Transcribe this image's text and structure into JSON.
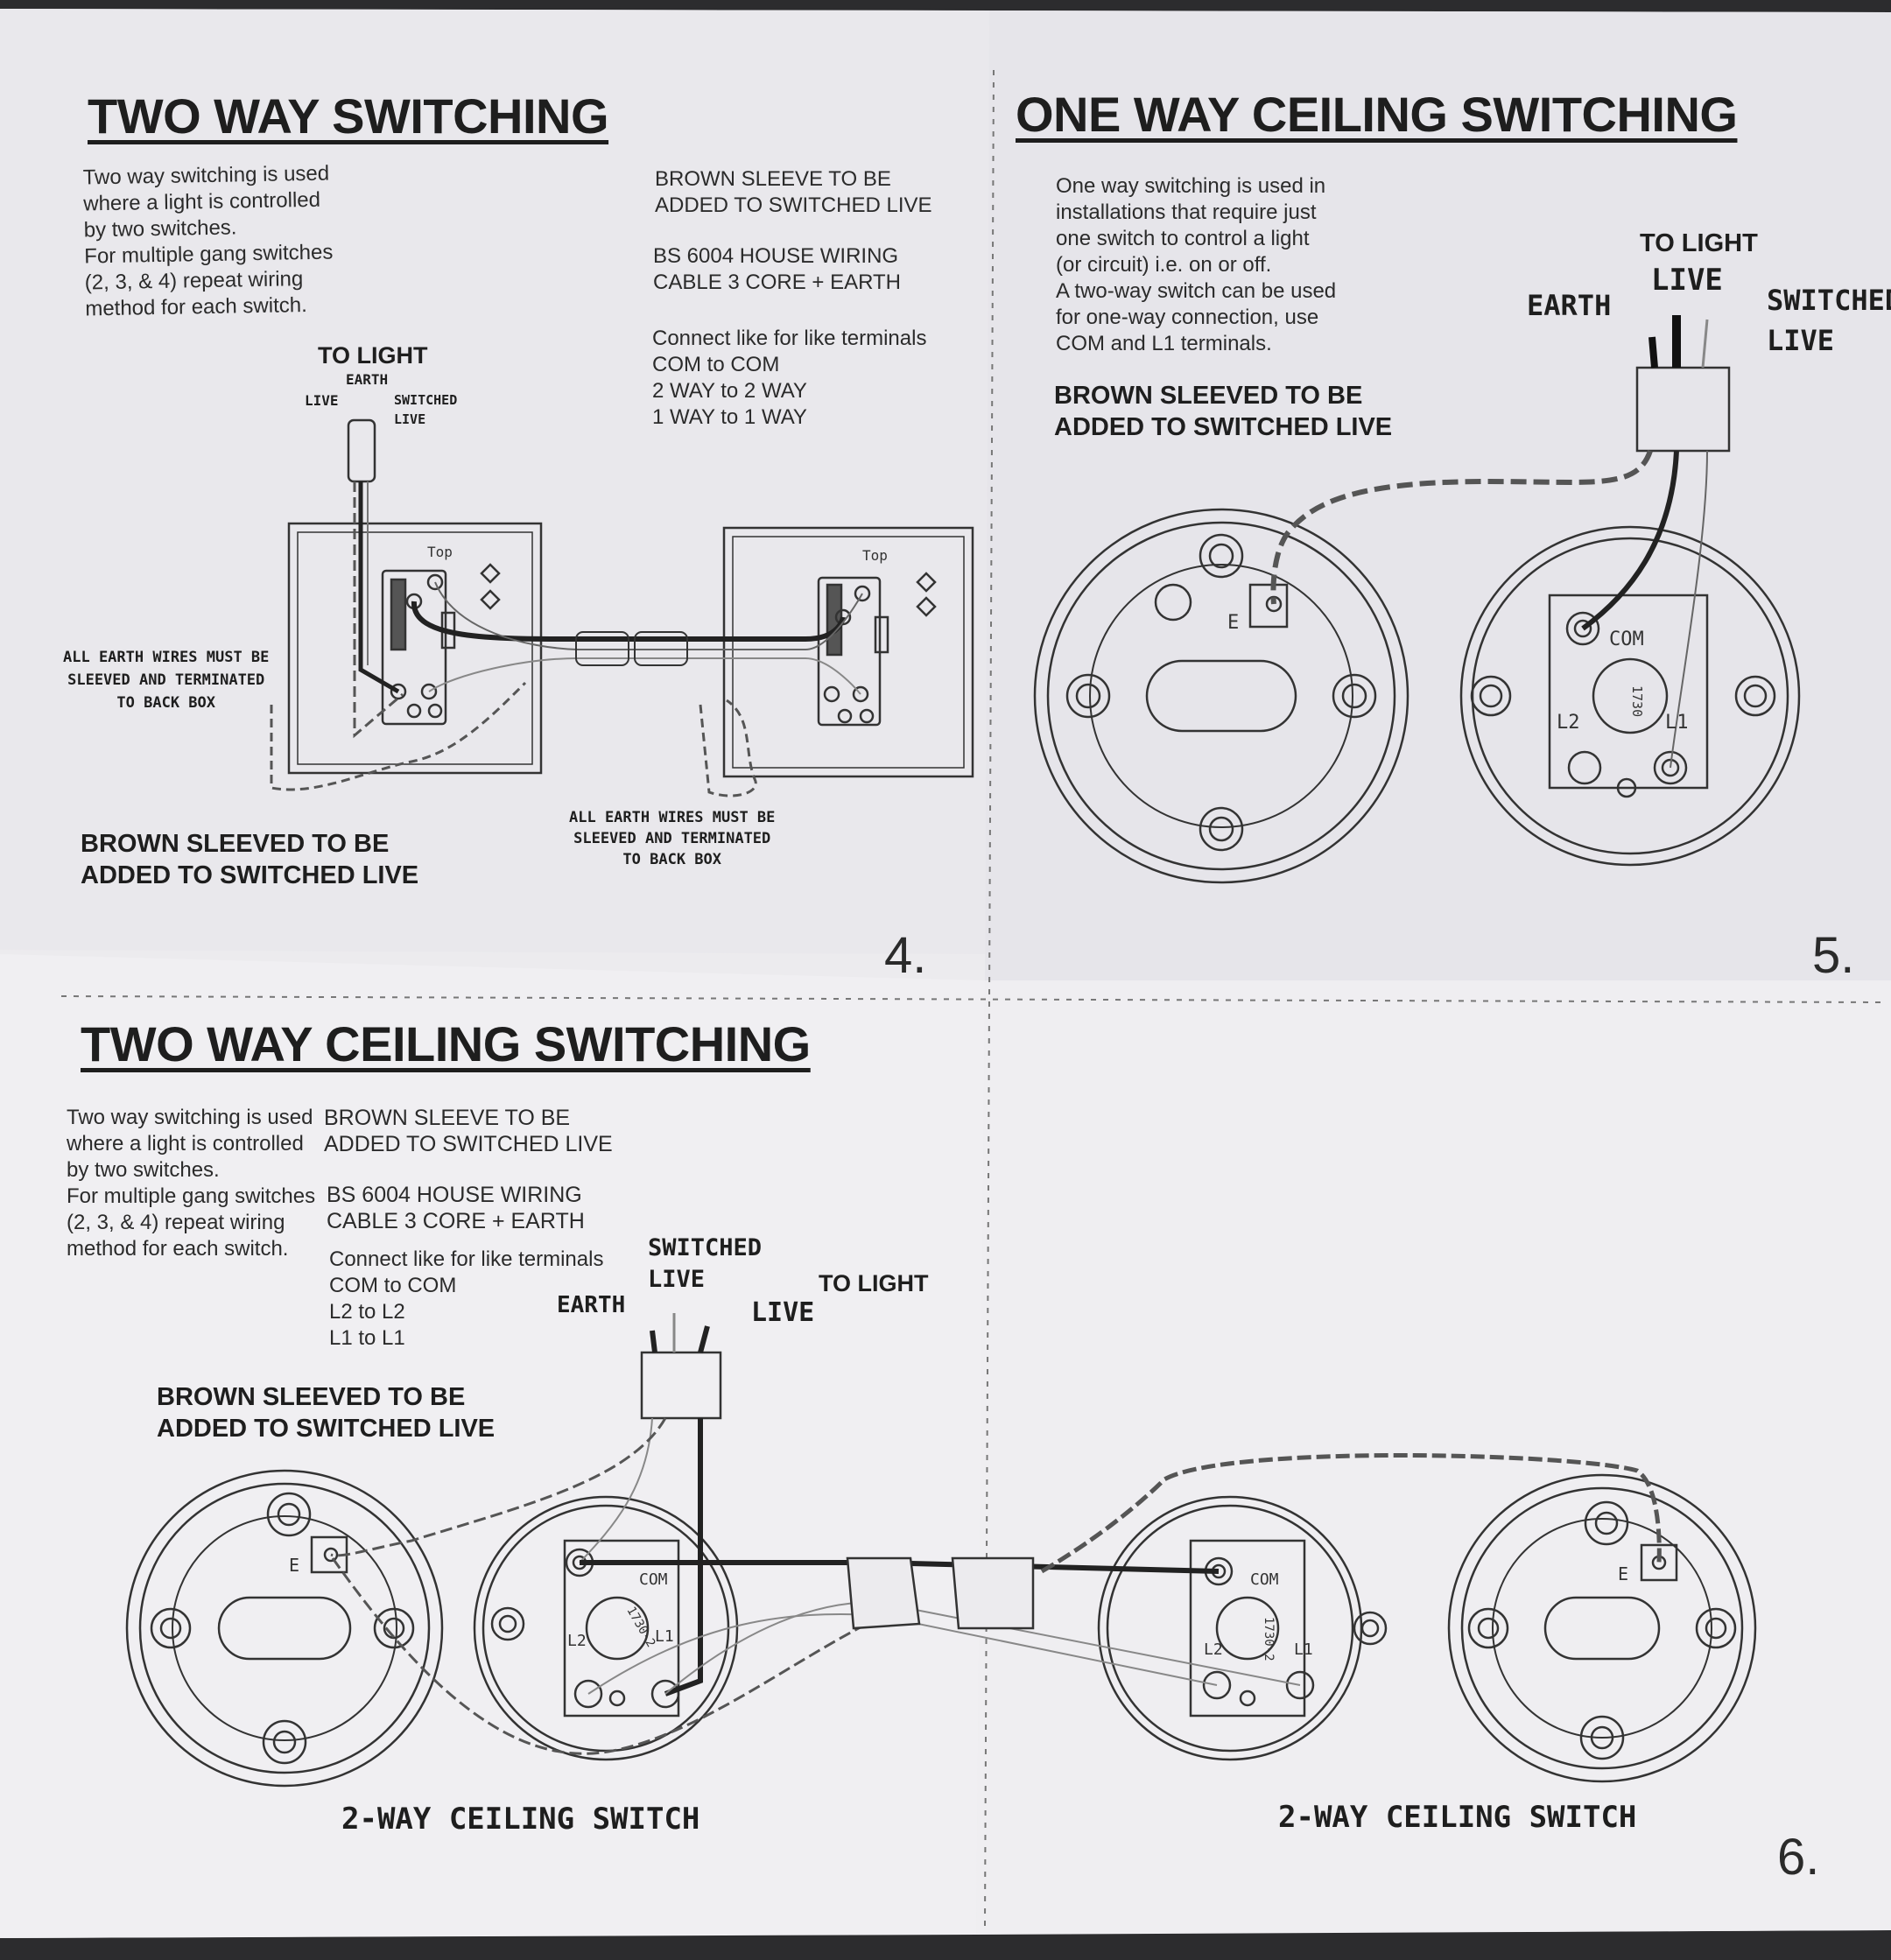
{
  "page4": {
    "title": "TWO WAY SWITCHING",
    "intro": "Two way switching is used\nwhere a light is controlled\nby two switches.\nFor multiple gang switches\n(2, 3, & 4) repeat wiring\nmethod for each switch.",
    "note_sleeve": "BROWN SLEEVE TO BE\nADDED TO SWITCHED LIVE",
    "note_cable": "BS 6004 HOUSE WIRING\nCABLE 3 CORE + EARTH",
    "note_connect": "Connect like for like terminals\nCOM to COM\n2 WAY to 2 WAY\n1 WAY to 1 WAY",
    "label_to_light": "TO LIGHT",
    "label_earth": "EARTH",
    "label_live": "LIVE",
    "label_switched_live": "SWITCHED\nLIVE",
    "label_top": "Top",
    "earth_note_left": "ALL EARTH WIRES MUST BE\nSLEEVED AND TERMINATED\nTO BACK BOX",
    "earth_note_right": "ALL EARTH WIRES MUST BE\nSLEEVED AND TERMINATED\nTO BACK BOX",
    "brown_sleeved": "BROWN SLEEVED TO BE\nADDED TO SWITCHED LIVE",
    "page_number": "4."
  },
  "page5": {
    "title": "ONE WAY CEILING SWITCHING",
    "intro": "One way switching is used in\ninstallations that require just\none switch to control a light\n(or circuit) i.e. on or off.\nA two-way switch can be used\nfor one-way connection, use\nCOM and L1 terminals.",
    "brown_sleeved": "BROWN SLEEVED TO BE\nADDED TO SWITCHED LIVE",
    "label_to_light": "TO LIGHT",
    "label_live": "LIVE",
    "label_earth": "EARTH",
    "label_switched_live": "SWITCHED\nLIVE",
    "label_e": "E",
    "label_com": "COM",
    "label_l1": "L1",
    "label_l2": "L2",
    "label_model": "1730",
    "page_number": "5."
  },
  "page6": {
    "title": "TWO WAY CEILING SWITCHING",
    "intro": "Two way switching is used\nwhere a light is controlled\nby two switches.\nFor multiple gang switches\n(2, 3, & 4) repeat wiring\nmethod for each switch.",
    "note_sleeve": "BROWN SLEEVE TO BE\nADDED TO SWITCHED LIVE",
    "note_cable": "BS 6004 HOUSE WIRING\nCABLE 3 CORE + EARTH",
    "note_connect": "Connect like for like terminals\nCOM to COM\nL2 to L2\nL1 to L1",
    "label_switched_live": "SWITCHED\nLIVE",
    "label_to_light": "TO LIGHT",
    "label_earth": "EARTH",
    "label_live": "LIVE",
    "brown_sleeved": "BROWN SLEEVED TO BE\nADDED TO SWITCHED LIVE",
    "label_e": "E",
    "label_com": "COM",
    "label_l1": "L1",
    "label_l2": "L2",
    "label_model": "1730-2",
    "caption_left": "2-WAY CEILING SWITCH",
    "caption_right": "2-WAY CEILING SWITCH",
    "page_number": "6."
  }
}
